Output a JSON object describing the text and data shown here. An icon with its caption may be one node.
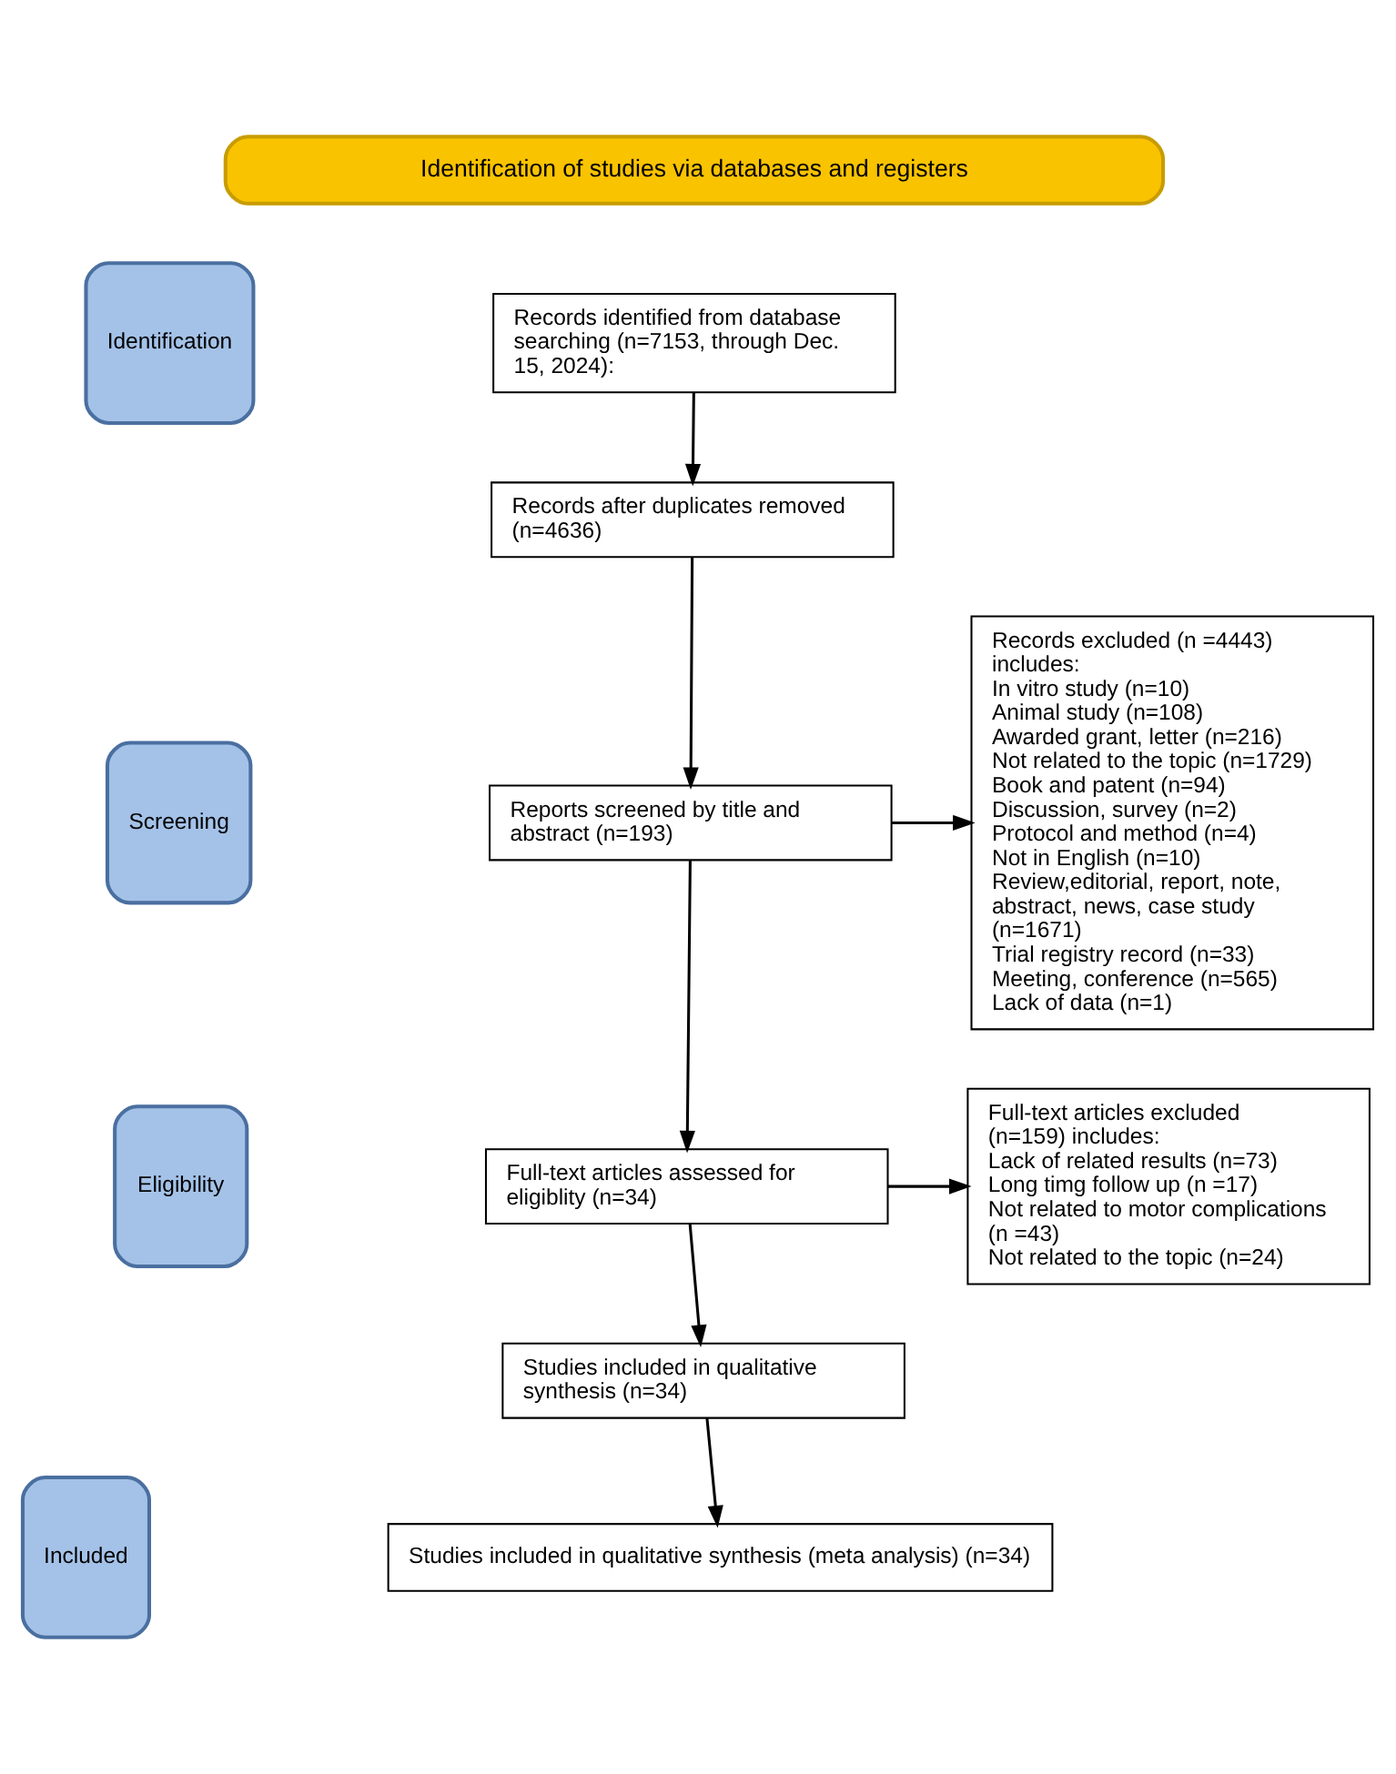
{
  "diagram": {
    "nodes": [
      {
        "text": [
          "Identification of studies via databases and registers"
        ]
      },
      {
        "text": [
          "Identification"
        ]
      },
      {
        "text": [
          "Screening"
        ]
      },
      {
        "text": [
          "Eligibility"
        ]
      },
      {
        "text": [
          "Included"
        ]
      },
      {
        "text": [
          "Records identified from database searching (n=7153, through Dec. 15, 2024):"
        ]
      },
      {
        "text": [
          "Records after duplicates removed (n=4636)"
        ]
      },
      {
        "text": [
          "Reports screened by title and abstract (n=193)"
        ]
      },
      {
        "text": [
          "Records excluded (n =4443) includes:",
          "In vitro study (n=10)",
          "Animal study (n=108)",
          "Awarded grant, letter (n=216)",
          "Not related to the topic (n=1729)",
          "Book and patent (n=94)",
          "Discussion, survey (n=2)",
          "Protocol and method (n=4)",
          "Not in English (n=10)",
          "Review,editorial, report, note, abstract, news, case study (n=1671)",
          "Trial registry record (n=33)",
          "Meeting, conference (n=565)",
          "Lack of data (n=1)"
        ]
      },
      {
        "text": [
          "Full-text articles assessed for eligiblity (n=34)"
        ]
      },
      {
        "text": [
          "Full-text articles excluded (n=159) includes:",
          "Lack of related results (n=73)",
          "Long timg follow up (n =17)",
          "Not related to motor complications (n =43)",
          "Not related to the topic (n=24)"
        ]
      },
      {
        "text": [
          "Studies included in qualitative synthesis (n=34)"
        ]
      },
      {
        "text": [
          "Studies included in qualitative synthesis (meta analysis) (n=34)"
        ]
      }
    ],
    "edges": [
      {
        "from": 5,
        "to": 6,
        "arrow": "to"
      },
      {
        "from": 6,
        "to": 7,
        "arrow": "to"
      },
      {
        "from": 7,
        "to": 8,
        "arrow": "to"
      },
      {
        "from": 7,
        "to": 9,
        "arrow": "to"
      },
      {
        "from": 9,
        "to": 10,
        "arrow": "to"
      },
      {
        "from": 9,
        "to": 11,
        "arrow": "to"
      },
      {
        "from": 11,
        "to": 12,
        "arrow": "to"
      }
    ]
  }
}
